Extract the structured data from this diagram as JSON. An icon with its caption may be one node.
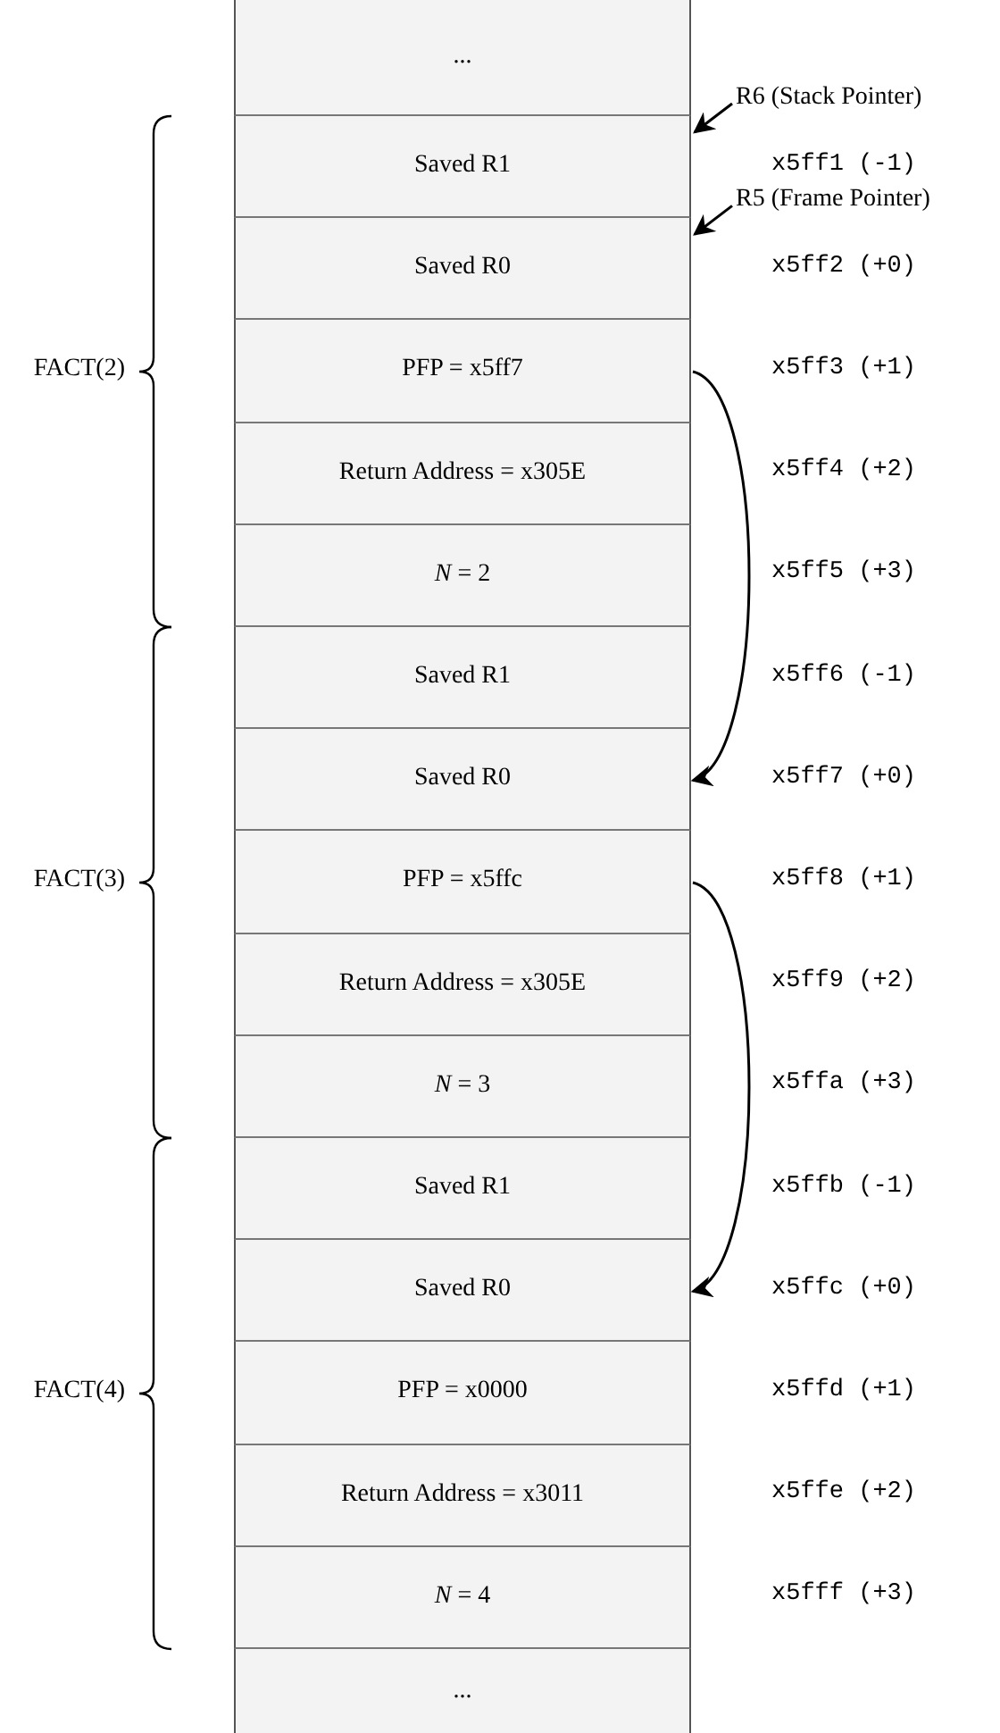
{
  "diagram": {
    "nodes": [
      {
        "text": [
          "..."
        ]
      },
      {
        "text": [
          "Saved R1"
        ]
      },
      {
        "text": [
          "Saved R0"
        ]
      },
      {
        "text": [
          "PFP = x5ff7"
        ]
      },
      {
        "text": [
          "Return Address = x305E"
        ]
      },
      {
        "text": [
          "*N* = 2"
        ]
      },
      {
        "text": [
          "Saved R1"
        ]
      },
      {
        "text": [
          "Saved R0"
        ]
      },
      {
        "text": [
          "PFP = x5ffc"
        ]
      },
      {
        "text": [
          "Return Address = x305E"
        ]
      },
      {
        "text": [
          "*N* = 3"
        ]
      },
      {
        "text": [
          "Saved R1"
        ]
      },
      {
        "text": [
          "Saved R0"
        ]
      },
      {
        "text": [
          "PFP = x0000"
        ]
      },
      {
        "text": [
          "Return Address = x3011"
        ]
      },
      {
        "text": [
          "*N* = 4"
        ]
      },
      {
        "text": [
          "..."
        ]
      },
      {
        "text": [
          "R6 (Stack Pointer)"
        ]
      },
      {
        "text": [
          "R5 (Frame Pointer)"
        ]
      }
    ],
    "edges": [
      {
        "from": 17,
        "to": 1,
        "arrow": "to"
      },
      {
        "from": 18,
        "to": 2,
        "arrow": "to"
      },
      {
        "from": 3,
        "to": 7,
        "arrow": "to"
      },
      {
        "from": 8,
        "to": 12,
        "arrow": "to"
      }
    ],
    "labels": [
      "x5ff1 (-1)",
      "x5ff2 (+0)",
      "x5ff3 (+1)",
      "x5ff4 (+2)",
      "x5ff5 (+3)",
      "x5ff6 (-1)",
      "x5ff7 (+0)",
      "x5ff8 (+1)",
      "x5ff9 (+2)",
      "x5ffa (+3)",
      "x5ffb (-1)",
      "x5ffc (+0)",
      "x5ffd (+1)",
      "x5ffe (+2)",
      "x5fff (+3)",
      "FACT(2)",
      "FACT(3)",
      "FACT(4)"
    ]
  }
}
